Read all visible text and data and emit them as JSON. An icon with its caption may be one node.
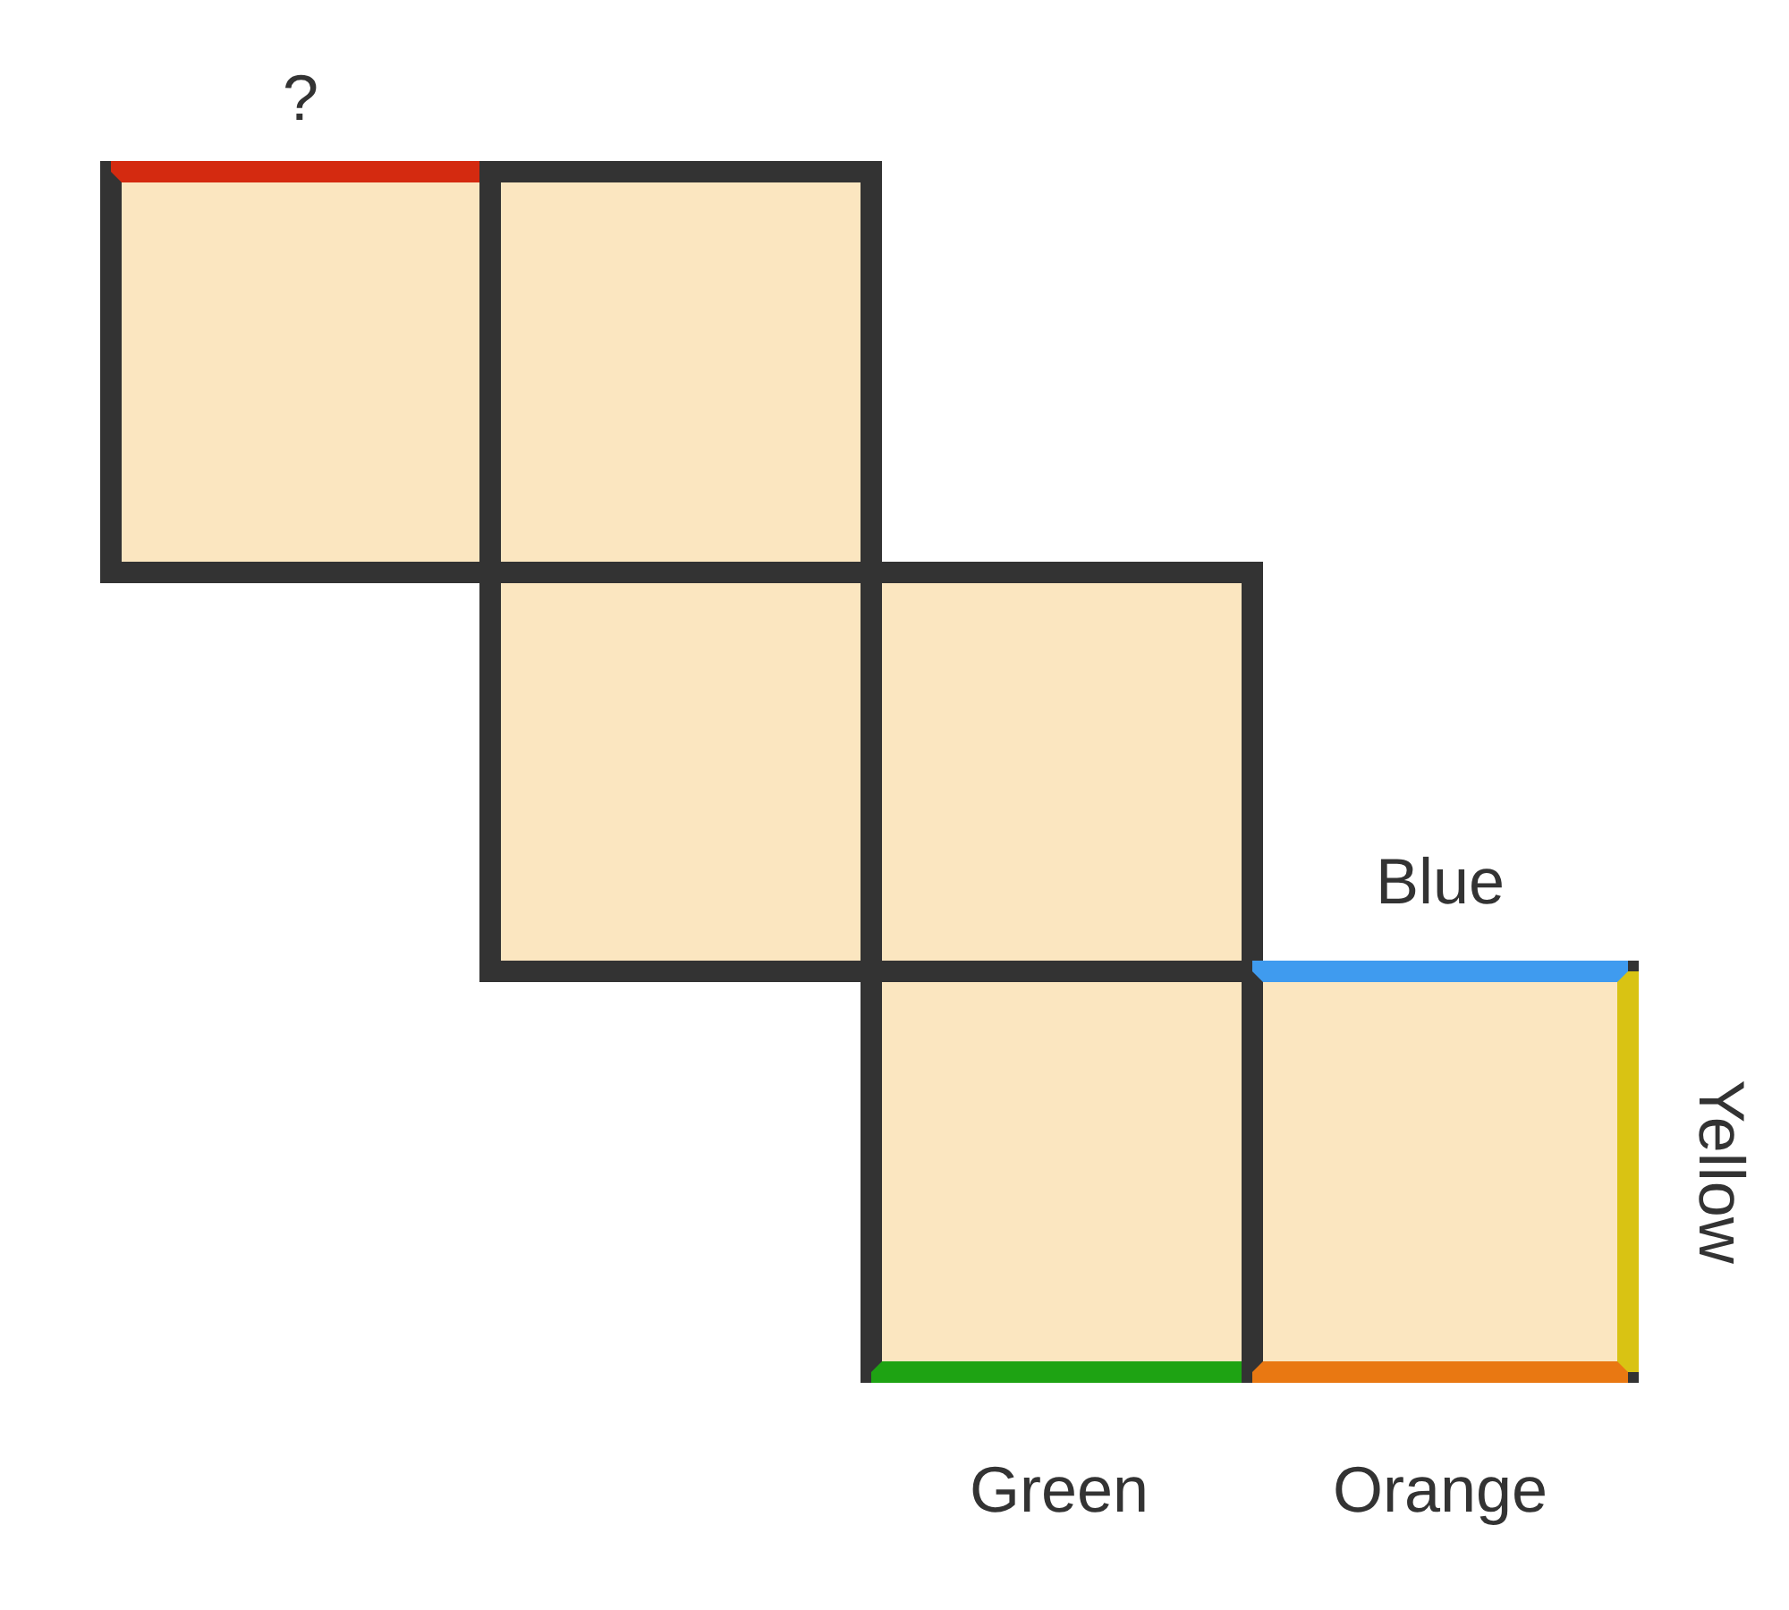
{
  "diagram": {
    "nodes": [
      {
        "text": [],
        "shape": "box"
      },
      {
        "text": [],
        "shape": "box"
      },
      {
        "text": [],
        "shape": "box"
      },
      {
        "text": [],
        "shape": "box"
      },
      {
        "text": [],
        "shape": "box"
      },
      {
        "text": [],
        "shape": "box"
      }
    ],
    "labels": [
      "?",
      "Blue",
      "Yellow",
      "Green",
      "Orange"
    ]
  }
}
